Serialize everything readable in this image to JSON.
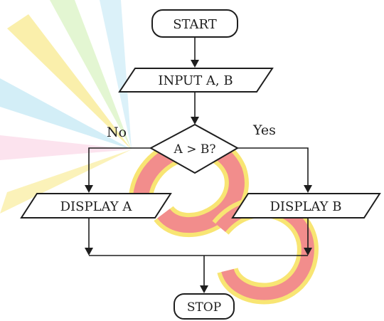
{
  "flowchart": {
    "start_label": "START",
    "input_label": "INPUT A, B",
    "decision_label": "A > B?",
    "no_label": "No",
    "yes_label": "Yes",
    "display_a_label": "DISPLAY A",
    "display_b_label": "DISPLAY B",
    "stop_label": "STOP"
  },
  "watermark": {
    "colors": [
      "#f2d000",
      "#e8312f",
      "#6ec6e8",
      "#9be05c",
      "#f7a3c9"
    ]
  },
  "colors": {
    "ink": "#1e1e1e",
    "background": "#ffffff"
  }
}
